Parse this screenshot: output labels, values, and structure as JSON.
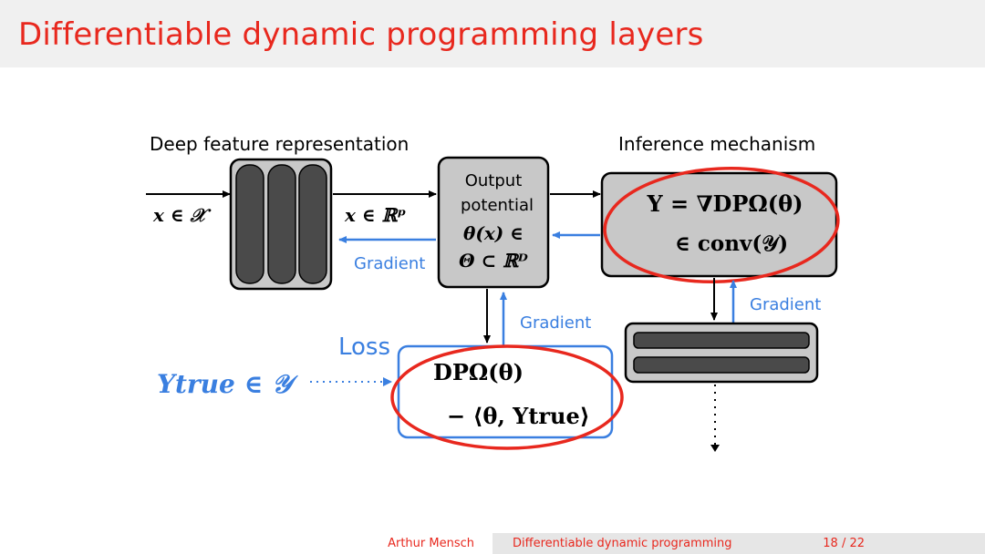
{
  "slide": {
    "title": "Differentiable dynamic programming layers"
  },
  "diagram": {
    "deep_feature_label": "Deep feature representation",
    "inference_label": "Inference mechanism",
    "input_label": "x ∈ 𝒳",
    "feature_label": "x ∈ ℝᵖ",
    "output_box": {
      "line1": "Output",
      "line2": "potential",
      "line3": "θ(x) ∈",
      "line4": "Θ ⊂ ℝᴰ"
    },
    "inference_box": {
      "line1": "Y = ∇DPΩ(θ)",
      "line2": "∈ conv(𝒴)"
    },
    "gradient_left": "Gradient",
    "gradient_mid": "Gradient",
    "gradient_right": "Gradient",
    "loss_label": "Loss",
    "loss_box": {
      "line1": "DPΩ(θ)",
      "line2": "− ⟨θ, Ytrue⟩"
    },
    "ytrue_label": "Ytrue ∈ 𝒴",
    "colors": {
      "accent_red": "#e8281e",
      "gradient_blue": "#3a7fe0",
      "box_gray": "#c8c8c8",
      "dark_gray": "#4a4a4a"
    }
  },
  "footer": {
    "author": "Arthur Mensch",
    "title": "Differentiable dynamic programming",
    "page": "18 / 22"
  }
}
